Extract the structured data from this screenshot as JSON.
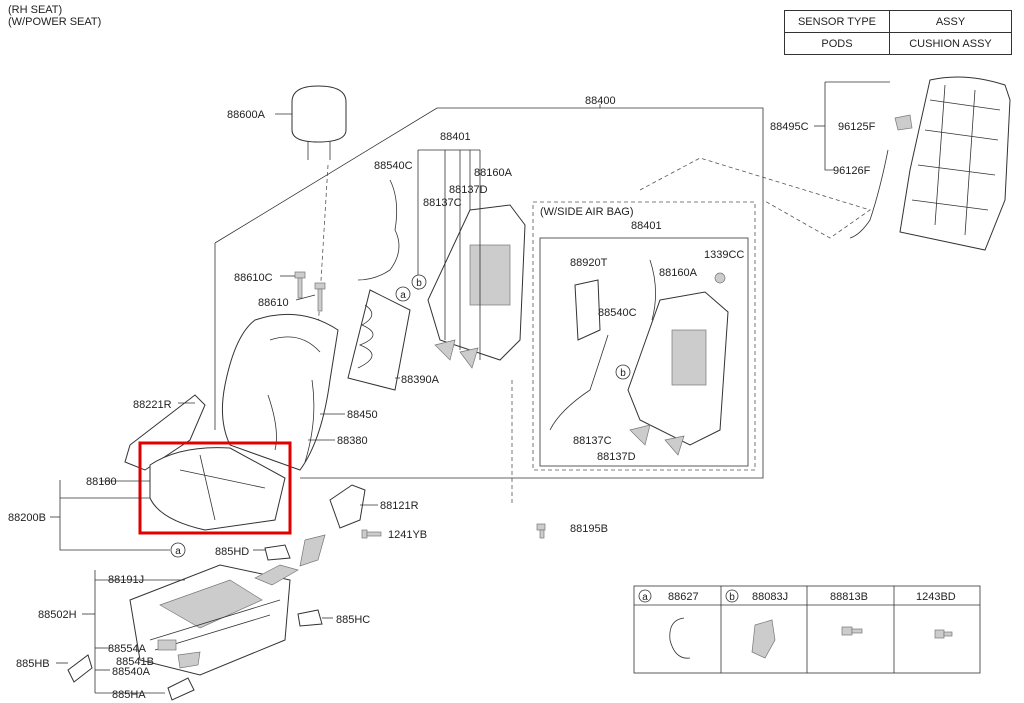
{
  "header": {
    "line1": "(RH SEAT)",
    "line2": "(W/POWER SEAT)"
  },
  "sensor_table": {
    "rows": [
      [
        "SENSOR TYPE",
        "ASSY"
      ],
      [
        "PODS",
        "CUSHION ASSY"
      ]
    ]
  },
  "side_airbag_label": "(W/SIDE AIR BAG)",
  "labels": {
    "p88600A": "88600A",
    "p88400": "88400",
    "p88401": "88401",
    "p88401b": "88401",
    "p88540C": "88540C",
    "p88540Cb": "88540C",
    "p88160A": "88160A",
    "p88160Ab": "88160A",
    "p88137D": "88137D",
    "p88137Db": "88137D",
    "p88137C": "88137C",
    "p88137Cb": "88137C",
    "p88610C": "88610C",
    "p88610": "88610",
    "p88390A": "88390A",
    "p88450": "88450",
    "p88380": "88380",
    "p88221R": "88221R",
    "p88180": "88180",
    "p88200B": "88200B",
    "p88121R": "88121R",
    "p1241YB": "1241YB",
    "p88195B": "88195B",
    "p885HD": "885HD",
    "p88191J": "88191J",
    "p88502H": "88502H",
    "p885HC": "885HC",
    "p88554A": "88554A",
    "p885HB": "885HB",
    "p88541B": "88541B",
    "p88540A": "88540A",
    "p885HA": "885HA",
    "p88920T": "88920T",
    "p1339CC": "1339CC",
    "p88495C": "88495C",
    "p96125F": "96125F",
    "p96126F": "96126F"
  },
  "callouts": {
    "a": "a",
    "b": "b"
  },
  "legend": [
    {
      "tag": "a",
      "part": "88627"
    },
    {
      "tag": "b",
      "part": "88083J"
    },
    {
      "tag": "",
      "part": "88813B"
    },
    {
      "tag": "",
      "part": "1243BD"
    }
  ],
  "colors": {
    "highlight": "#e00000",
    "line": "#333333"
  }
}
